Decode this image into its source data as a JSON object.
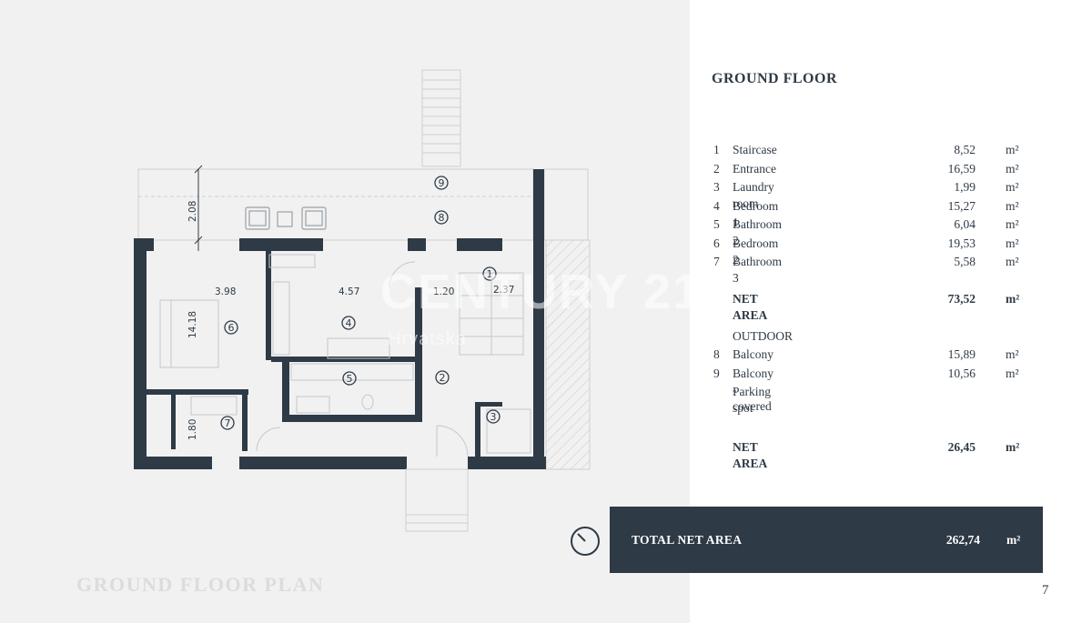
{
  "plan_label": "GROUND FLOOR PLAN",
  "title": "GROUND FLOOR",
  "rooms": [
    {
      "num": "1",
      "name": "Staircase",
      "area": "8,52",
      "unit": "m²"
    },
    {
      "num": "2",
      "name": "Entrance",
      "area": "16,59",
      "unit": "m²"
    },
    {
      "num": "3",
      "name": "Laundry room",
      "area": "1,99",
      "unit": "m²"
    },
    {
      "num": "4",
      "name": "Bedroom 1",
      "area": "15,27",
      "unit": "m²"
    },
    {
      "num": "5",
      "name": "Bathroom 2",
      "area": "6,04",
      "unit": "m²"
    },
    {
      "num": "6",
      "name": "Bedroom 2",
      "area": "19,53",
      "unit": "m²"
    },
    {
      "num": "7",
      "name": "Bathroom 3",
      "area": "5,58",
      "unit": "m²"
    }
  ],
  "net_area_1": {
    "label": "NET AREA",
    "value": "73,52",
    "unit": "m²"
  },
  "outdoor": {
    "heading": "OUTDOOR",
    "items": [
      {
        "num": "8",
        "name": "Balcony",
        "area": "15,89",
        "unit": "m²"
      },
      {
        "num": "9",
        "name": "Balcony - covered",
        "area": "10,56",
        "unit": "m²"
      },
      {
        "num": "",
        "name": "Parking spot",
        "area": "",
        "unit": ""
      }
    ]
  },
  "net_area_2": {
    "label": "NET AREA",
    "value": "26,45",
    "unit": "m²"
  },
  "total": {
    "label": "TOTAL NET AREA",
    "value": "262,74",
    "unit": "m²"
  },
  "page_number": "7",
  "watermark": {
    "main": "CENTURY 21",
    "sub": "Hrvatska"
  },
  "plan_text": {
    "dims": {
      "d208": "2.08",
      "d398": "3.98",
      "d457": "4.57",
      "d120": "1.20",
      "d237": "2.37",
      "d1418": "14.18",
      "d180": "1.80"
    },
    "markers": {
      "m1": "1",
      "m2": "2",
      "m3": "3",
      "m4": "4",
      "m5": "5",
      "m6": "6",
      "m7": "7",
      "m8": "8",
      "m9": "9"
    }
  },
  "colors": {
    "wall": "#2e3a46",
    "panel": "#f1f1f1",
    "bar": "#2e3a46"
  }
}
